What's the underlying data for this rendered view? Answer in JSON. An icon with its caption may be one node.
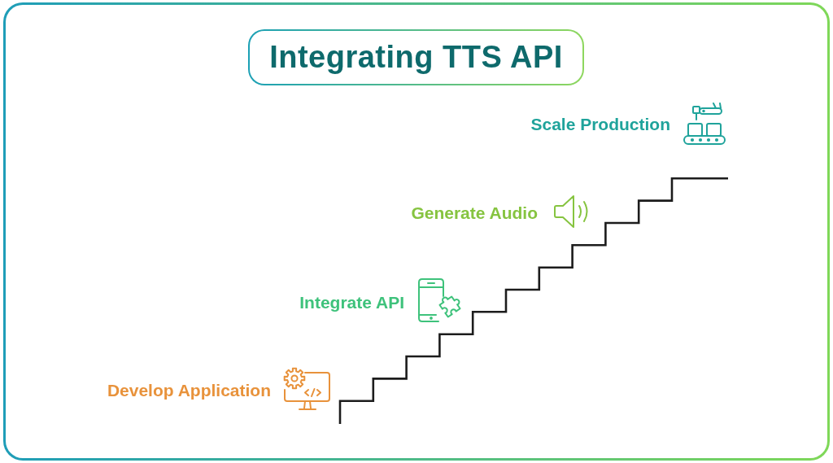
{
  "diagram": {
    "title": "Integrating TTS API",
    "labels": [
      "Scale Production",
      "Generate Audio",
      "Integrate API",
      "Develop Application"
    ]
  }
}
